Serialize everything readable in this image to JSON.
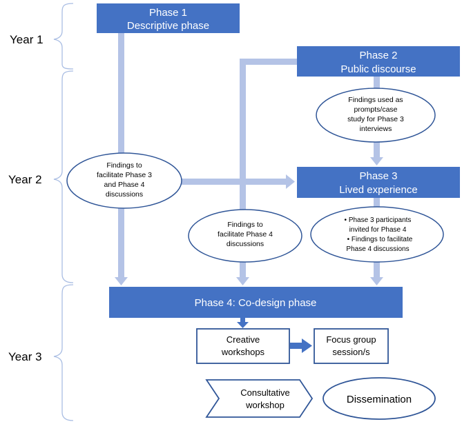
{
  "years": {
    "year1": "Year 1",
    "year2": "Year 2",
    "year3": "Year 3"
  },
  "phase1": {
    "line1": "Phase 1",
    "line2": "Descriptive phase"
  },
  "phase2": {
    "line1": "Phase 2",
    "line2": "Public discourse"
  },
  "phase3": {
    "line1": "Phase 3",
    "line2": "Lived experience"
  },
  "phase4": {
    "label": "Phase 4: Co-design phase"
  },
  "findings_phase2": {
    "line1": "Findings used as",
    "line2": "prompts/case",
    "line3": "study for Phase 3",
    "line4": "interviews"
  },
  "findings_phase1": {
    "line1": "Findings to",
    "line2": "facilitate Phase 3",
    "line3": "and Phase 4",
    "line4": "discussions"
  },
  "findings_phase2b": {
    "line1": "Findings to",
    "line2": "facilitate Phase 4",
    "line3": "discussions"
  },
  "findings_phase3": {
    "line1": "• Phase 3 participants",
    "line2": "invited for Phase 4",
    "line3": "• Findings to facilitate",
    "line4": "Phase 4 discussions"
  },
  "creative_workshops": {
    "line1": "Creative",
    "line2": "workshops"
  },
  "focus_group": {
    "line1": "Focus group",
    "line2": "session/s"
  },
  "consultative_workshop": {
    "line1": "Consultative",
    "line2": "workshop"
  },
  "dissemination": {
    "label": "Dissemination"
  }
}
